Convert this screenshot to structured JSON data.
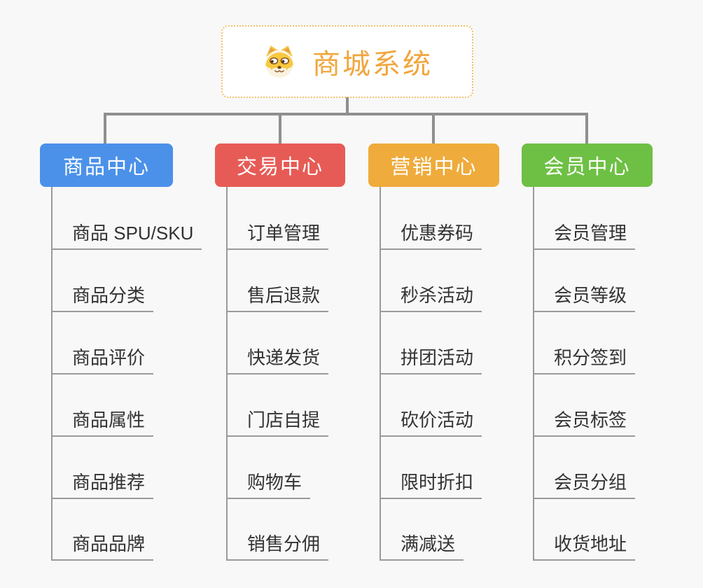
{
  "canvas": {
    "background": "#F8F8F8"
  },
  "connectors": {
    "trunk_color": "#8F8F8F",
    "branch_color": "#9A9A9A"
  },
  "root": {
    "label": "商城系统",
    "text_color": "#F0A63C",
    "border_color": "#F2C06A",
    "icon": "dog-face-icon"
  },
  "branches": [
    {
      "label": "商品中心",
      "color": "#4B91E9",
      "items": [
        "商品 SPU/SKU",
        "商品分类",
        "商品评价",
        "商品属性",
        "商品推荐",
        "商品品牌"
      ]
    },
    {
      "label": "交易中心",
      "color": "#E75B56",
      "items": [
        "订单管理",
        "售后退款",
        "快递发货",
        "门店自提",
        "购物车",
        "销售分佣"
      ]
    },
    {
      "label": "营销中心",
      "color": "#EFAB3C",
      "items": [
        "优惠券码",
        "秒杀活动",
        "拼团活动",
        "砍价活动",
        "限时折扣",
        "满减送"
      ]
    },
    {
      "label": "会员中心",
      "color": "#6EC044",
      "items": [
        "会员管理",
        "会员等级",
        "积分签到",
        "会员标签",
        "会员分组",
        "收货地址"
      ]
    }
  ]
}
